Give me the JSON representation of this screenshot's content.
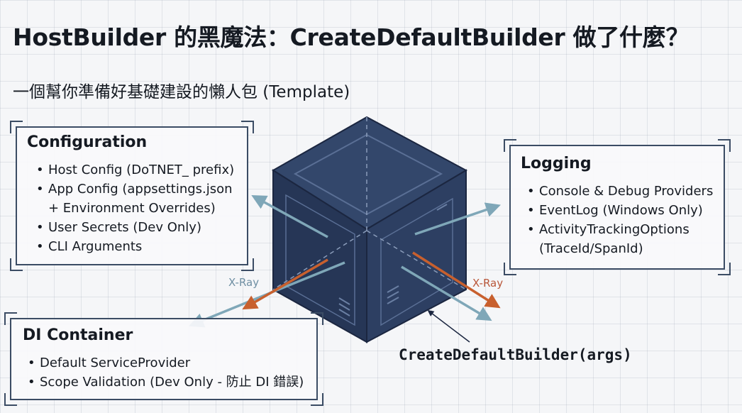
{
  "title": "HostBuilder 的黑魔法：CreateDefaultBuilder 做了什麼？",
  "subtitle": "一個幫你準備好基礎建設的懶人包 (Template)",
  "panels": {
    "configuration": {
      "title": "Configuration",
      "items": [
        "Host Config (DoTNET_ prefix)",
        "App Config (appsettings.json",
        "+ Environment Overrides)",
        "User Secrets (Dev Only)",
        "CLI Arguments"
      ]
    },
    "logging": {
      "title": "Logging",
      "items": [
        "Console & Debug Providers",
        "EventLog (Windows Only)",
        "ActivityTrackingOptions",
        "(TraceId/SpanId)"
      ]
    },
    "di_container": {
      "title": "DI Container",
      "items": [
        "Default ServiceProvider",
        "Scope Validation (Dev Only - 防止 DI 錯誤)"
      ]
    }
  },
  "xray_label_left": "X-Ray",
  "xray_label_right": "X-Ray",
  "method_label": "CreateDefaultBuilder(args)",
  "colors": {
    "cube_top": "#33476b",
    "cube_left": "#263656",
    "cube_right": "#2d3f62",
    "cube_edge": "#1b2640",
    "arrow_teal": "#7fa7b8",
    "arrow_orange": "#c8602e",
    "frame": "#3b4c64"
  }
}
